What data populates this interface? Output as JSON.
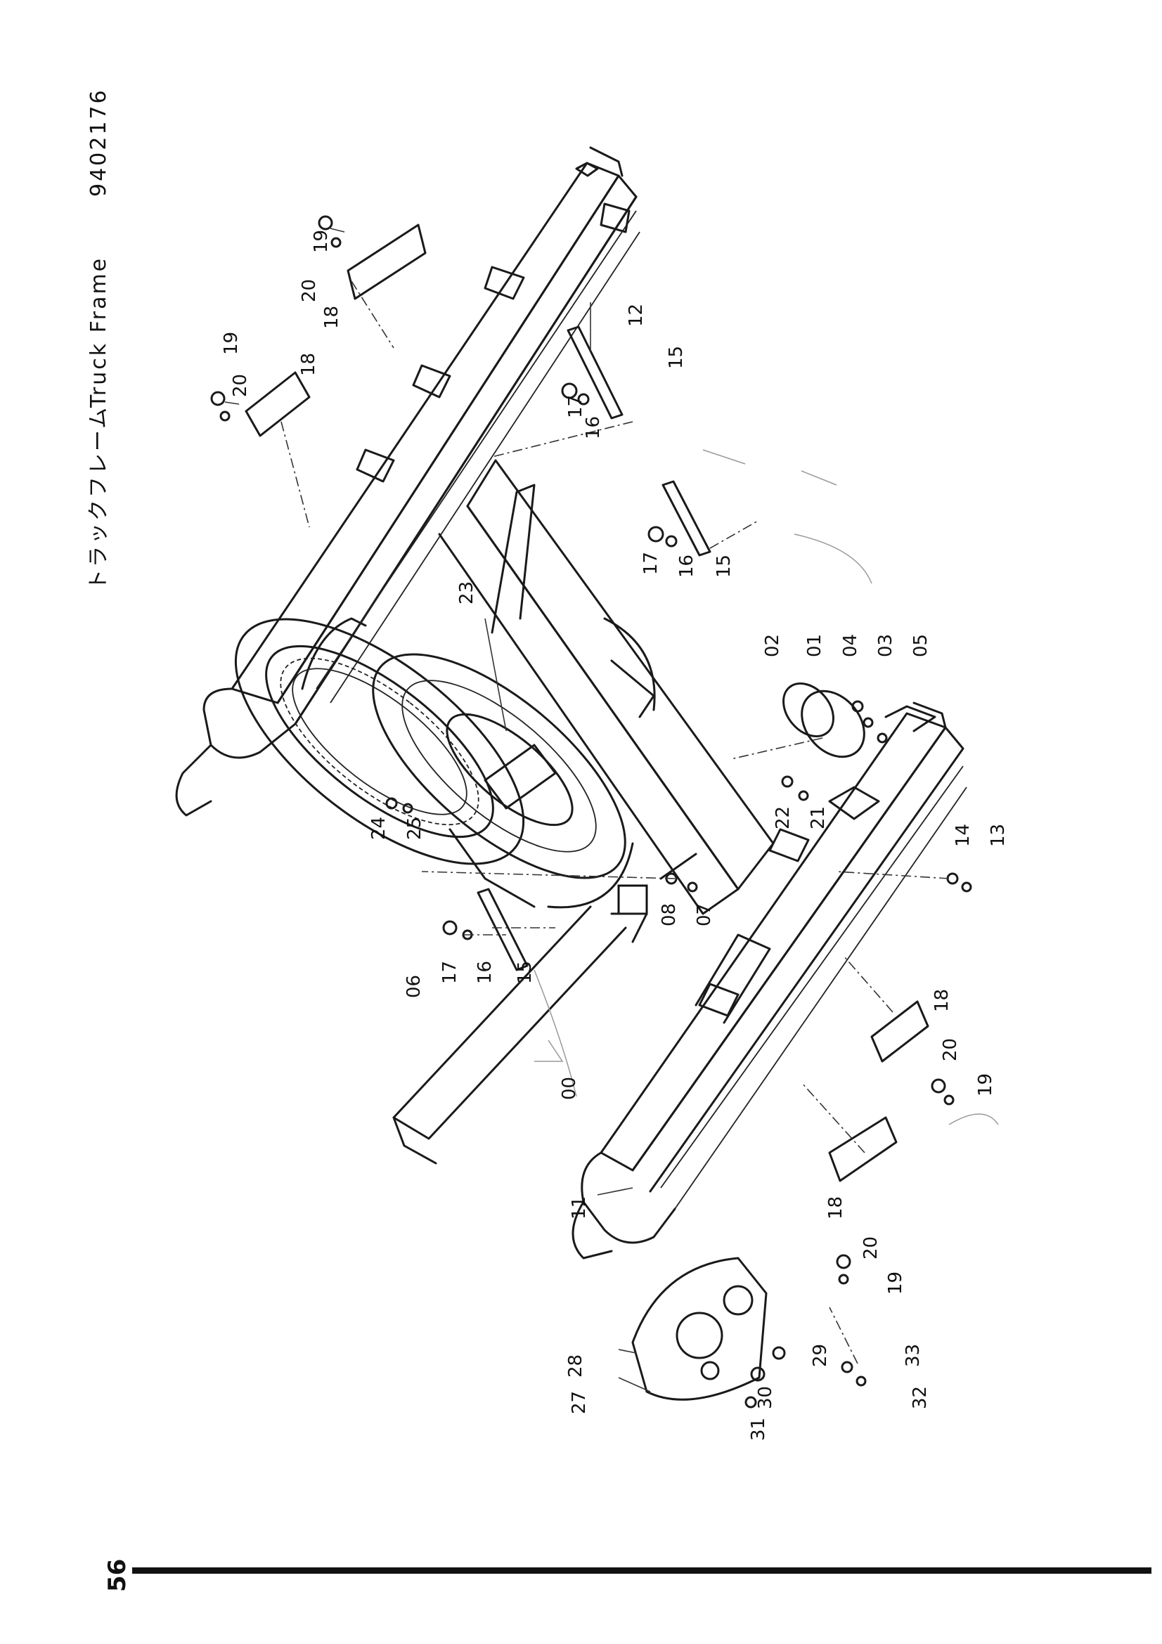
{
  "header": {
    "title_jp": "トラックフレーム",
    "title_en": "Truck Frame",
    "part_code": "9402176"
  },
  "page": {
    "number": "56"
  },
  "part_labels": [
    "00",
    "01",
    "02",
    "03",
    "04",
    "05",
    "06",
    "07",
    "08",
    "11",
    "12",
    "13",
    "14",
    "15",
    "16",
    "17",
    "18",
    "19",
    "20",
    "21",
    "22",
    "23",
    "24",
    "25",
    "27",
    "28",
    "29",
    "30",
    "31",
    "32",
    "33"
  ],
  "callouts": [
    {
      "id": "c19a",
      "text": "19"
    },
    {
      "id": "c20a",
      "text": "20"
    },
    {
      "id": "c18a",
      "text": "18"
    },
    {
      "id": "c19b",
      "text": "19"
    },
    {
      "id": "c20b",
      "text": "20"
    },
    {
      "id": "c18b",
      "text": "18"
    },
    {
      "id": "c12",
      "text": "12"
    },
    {
      "id": "c15a",
      "text": "15"
    },
    {
      "id": "c17a",
      "text": "17"
    },
    {
      "id": "c16a",
      "text": "16"
    },
    {
      "id": "c23",
      "text": "23"
    },
    {
      "id": "c17b",
      "text": "17"
    },
    {
      "id": "c16b",
      "text": "16"
    },
    {
      "id": "c15b",
      "text": "15"
    },
    {
      "id": "c02",
      "text": "02"
    },
    {
      "id": "c01",
      "text": "01"
    },
    {
      "id": "c04",
      "text": "04"
    },
    {
      "id": "c03",
      "text": "03"
    },
    {
      "id": "c05",
      "text": "05"
    },
    {
      "id": "c24",
      "text": "24"
    },
    {
      "id": "c25",
      "text": "25"
    },
    {
      "id": "c22",
      "text": "22"
    },
    {
      "id": "c21",
      "text": "21"
    },
    {
      "id": "c14",
      "text": "14"
    },
    {
      "id": "c13",
      "text": "13"
    },
    {
      "id": "c08",
      "text": "08"
    },
    {
      "id": "c07",
      "text": "07"
    },
    {
      "id": "c06",
      "text": "06"
    },
    {
      "id": "c17c",
      "text": "17"
    },
    {
      "id": "c16c",
      "text": "16"
    },
    {
      "id": "c15c",
      "text": "15"
    },
    {
      "id": "c00",
      "text": "00"
    },
    {
      "id": "c18c",
      "text": "18"
    },
    {
      "id": "c20c",
      "text": "20"
    },
    {
      "id": "c19c",
      "text": "19"
    },
    {
      "id": "c11",
      "text": "11"
    },
    {
      "id": "c18d",
      "text": "18"
    },
    {
      "id": "c20d",
      "text": "20"
    },
    {
      "id": "c19d",
      "text": "19"
    },
    {
      "id": "c28",
      "text": "28"
    },
    {
      "id": "c27",
      "text": "27"
    },
    {
      "id": "c29",
      "text": "29"
    },
    {
      "id": "c30",
      "text": "30"
    },
    {
      "id": "c31",
      "text": "31"
    },
    {
      "id": "c33",
      "text": "33"
    },
    {
      "id": "c32",
      "text": "32"
    }
  ]
}
